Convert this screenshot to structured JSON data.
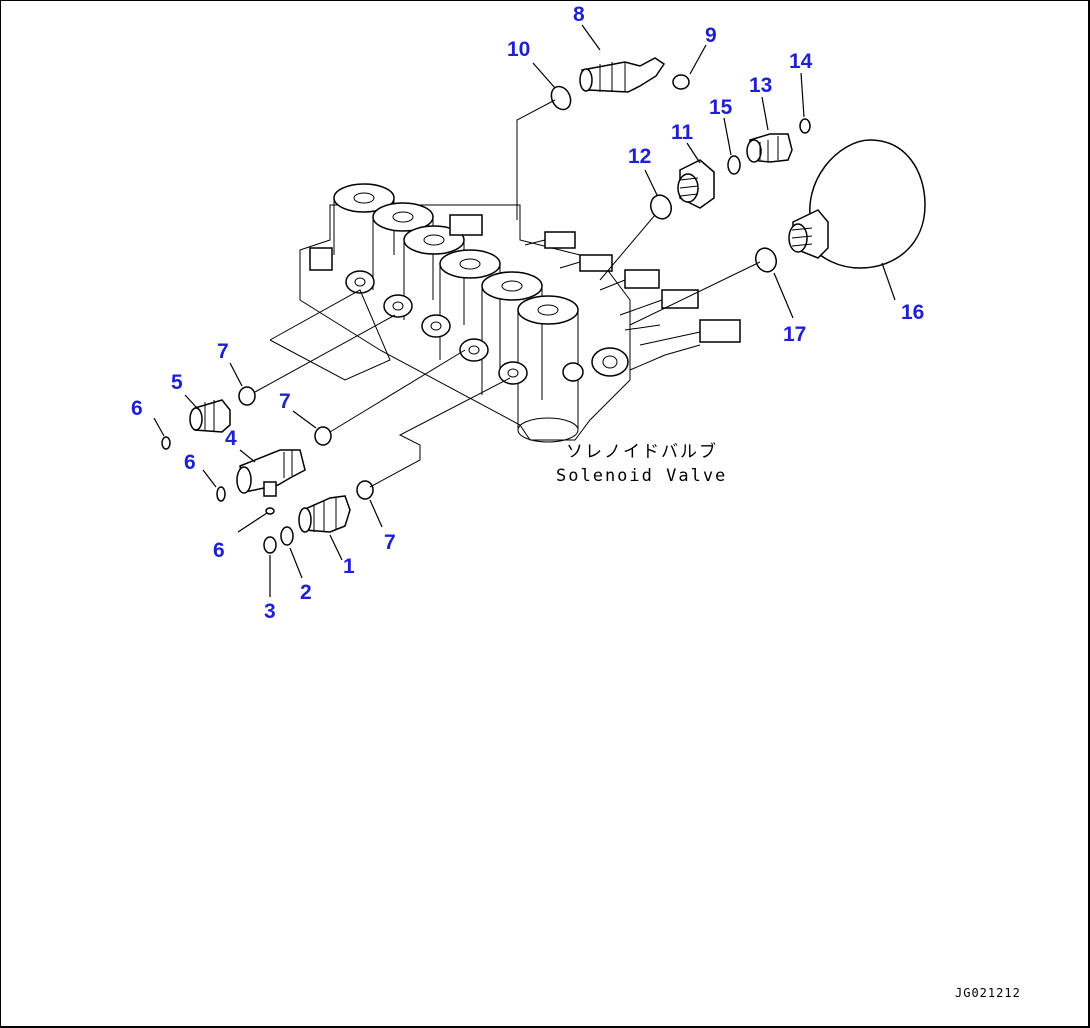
{
  "diagram": {
    "assembly_caption_jp": "ソレノイドバルブ",
    "assembly_caption_en": "Solenoid Valve",
    "figure_id": "JG021212",
    "callouts": [
      "1",
      "2",
      "3",
      "4",
      "5",
      "6",
      "6",
      "6",
      "7",
      "7",
      "7",
      "8",
      "9",
      "10",
      "11",
      "12",
      "13",
      "14",
      "15",
      "16",
      "17"
    ],
    "colors": {
      "callout": "#1f1fd6",
      "line": "#000000"
    }
  }
}
